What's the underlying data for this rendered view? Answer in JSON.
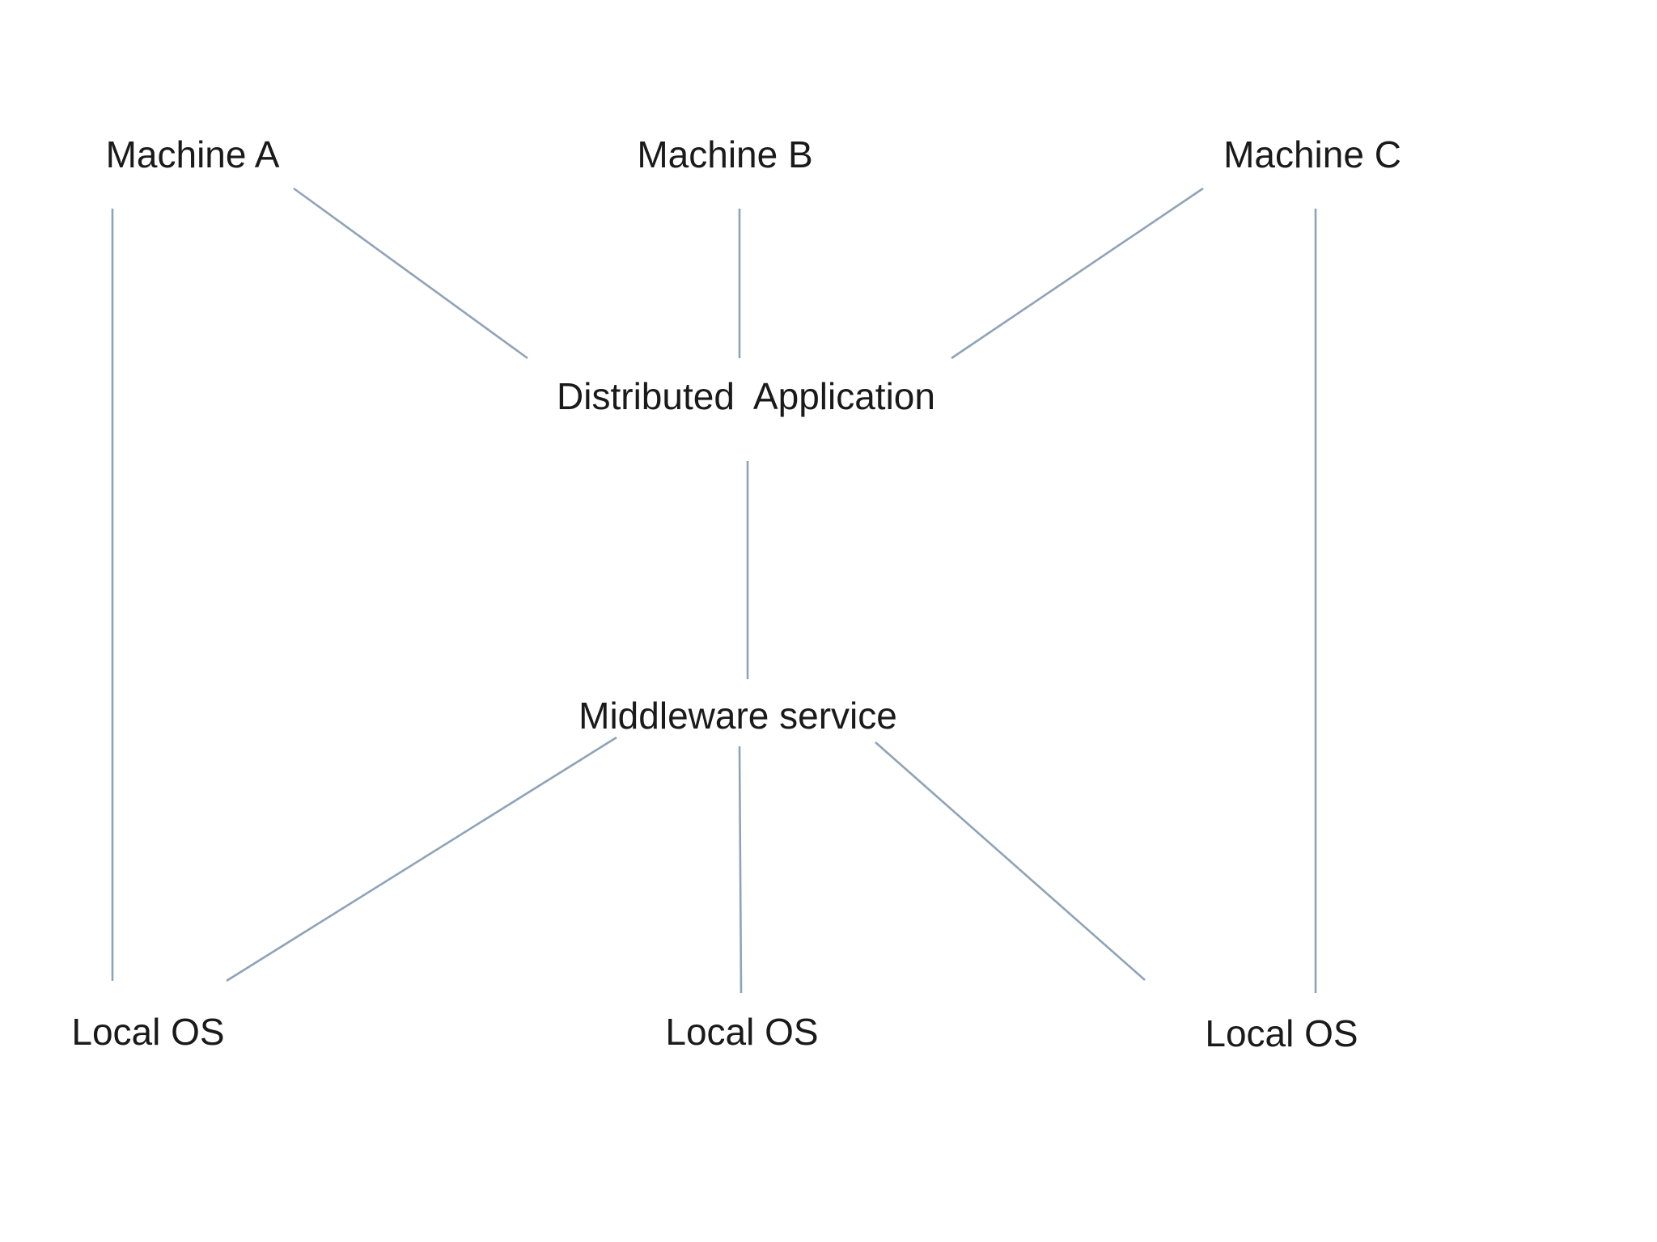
{
  "diagram": {
    "nodes": {
      "machine_a": "Machine A",
      "machine_b": "Machine B",
      "machine_c": "Machine C",
      "distributed_application": "Distributed  Application",
      "middleware_service": "Middleware service",
      "local_os_a": "Local OS",
      "local_os_b": "Local OS",
      "local_os_c": "Local OS"
    },
    "edges": [
      {
        "from": "machine_a",
        "to": "distributed_application"
      },
      {
        "from": "machine_b",
        "to": "distributed_application"
      },
      {
        "from": "machine_c",
        "to": "distributed_application"
      },
      {
        "from": "distributed_application",
        "to": "middleware_service"
      },
      {
        "from": "middleware_service",
        "to": "local_os_a"
      },
      {
        "from": "middleware_service",
        "to": "local_os_b"
      },
      {
        "from": "middleware_service",
        "to": "local_os_c"
      },
      {
        "from": "machine_a",
        "to": "local_os_a"
      },
      {
        "from": "machine_c",
        "to": "local_os_c"
      }
    ],
    "line_color": "#8fa3b8",
    "text_color": "#1a1a1a",
    "background": "#ffffff"
  }
}
